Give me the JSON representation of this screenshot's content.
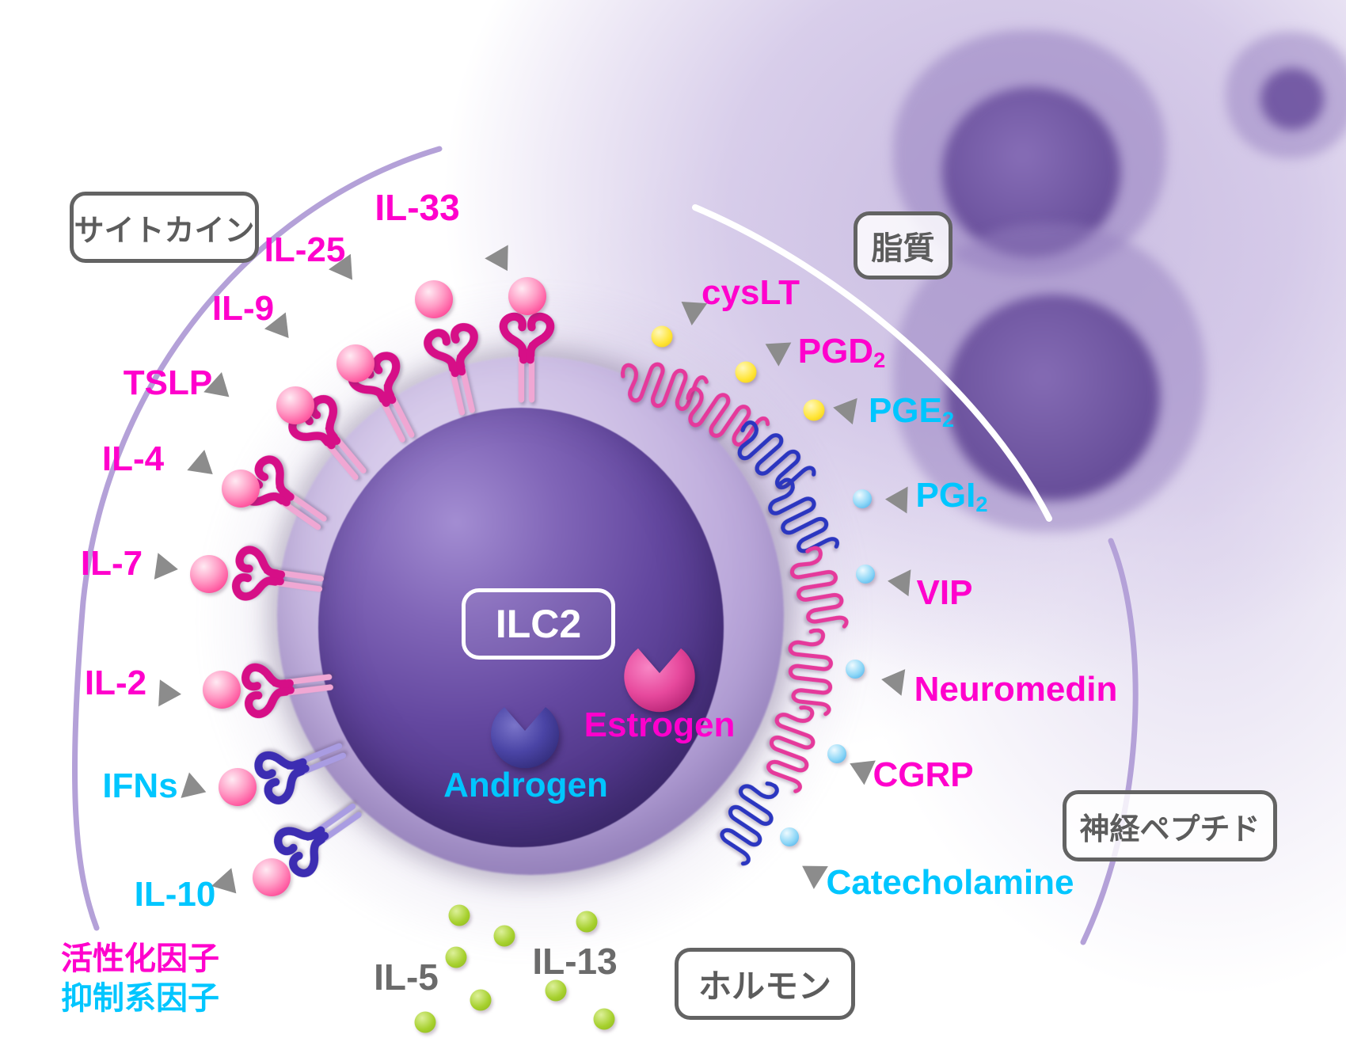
{
  "boxes": {
    "cytokine": "サイトカイン",
    "lipid": "脂質",
    "neuropeptide": "神経ペプチド",
    "hormone": "ホルモン"
  },
  "cell": {
    "label": "ILC2"
  },
  "legend": {
    "activating": "活性化因子",
    "inhibitory": "抑制系因子"
  },
  "cytokines": [
    {
      "label": "IL-33",
      "type": "activating"
    },
    {
      "label": "IL-25",
      "type": "activating"
    },
    {
      "label": "IL-9",
      "type": "activating"
    },
    {
      "label": "TSLP",
      "type": "activating"
    },
    {
      "label": "IL-4",
      "type": "activating"
    },
    {
      "label": "IL-7",
      "type": "activating"
    },
    {
      "label": "IL-2",
      "type": "activating"
    },
    {
      "label": "IFNs",
      "type": "inhibitory"
    },
    {
      "label": "IL-10",
      "type": "inhibitory"
    }
  ],
  "lipids": [
    {
      "label": "cysLT",
      "sub": "",
      "type": "activating"
    },
    {
      "label": "PGD",
      "sub": "2",
      "type": "activating"
    },
    {
      "label": "PGE",
      "sub": "2",
      "type": "inhibitory"
    },
    {
      "label": "PGI",
      "sub": "2",
      "type": "inhibitory"
    }
  ],
  "neuropeptides": [
    {
      "label": "VIP",
      "type": "activating"
    },
    {
      "label": "Neuromedin",
      "type": "activating"
    },
    {
      "label": "CGRP",
      "type": "activating"
    },
    {
      "label": "Catecholamine",
      "type": "inhibitory"
    }
  ],
  "hormones": [
    {
      "label": "Estrogen",
      "type": "activating"
    },
    {
      "label": "Androgen",
      "type": "inhibitory"
    }
  ],
  "secreted": [
    {
      "label": "IL-5"
    },
    {
      "label": "IL-13"
    }
  ],
  "colors": {
    "activating_text": "#ff00cc",
    "inhibitory_text": "#00c6ff",
    "secreted_text": "#6b6b6b",
    "box_border": "#636363",
    "arrow_gray": "#8c8c8c",
    "receptor_pink": "#d60f87",
    "receptor_blue": "#3c2db2",
    "gpcr_pink": "#e5399b",
    "gpcr_blue": "#2b36c0",
    "ligand_pink": "#ff4f9b",
    "ligand_yellow": "#ffe433",
    "ligand_blue": "#8ed7f7",
    "ligand_green": "#a6d02d",
    "cell_purple": "#513789",
    "arc_lavender": "#b4a1d8"
  },
  "icons": {
    "y_receptor": "antibody-y-receptor-icon",
    "gpcr": "gpcr-coil-receptor-icon",
    "nuclear_receptor": "notched-ball-receptor-icon",
    "cytokine_ligand": "pink-sphere-icon",
    "lipid_ligand": "yellow-sphere-icon",
    "neuropeptide_ligand": "blue-sphere-icon",
    "secreted_cytokine": "green-sphere-icon",
    "arrow": "gray-triangle-arrow-icon"
  }
}
